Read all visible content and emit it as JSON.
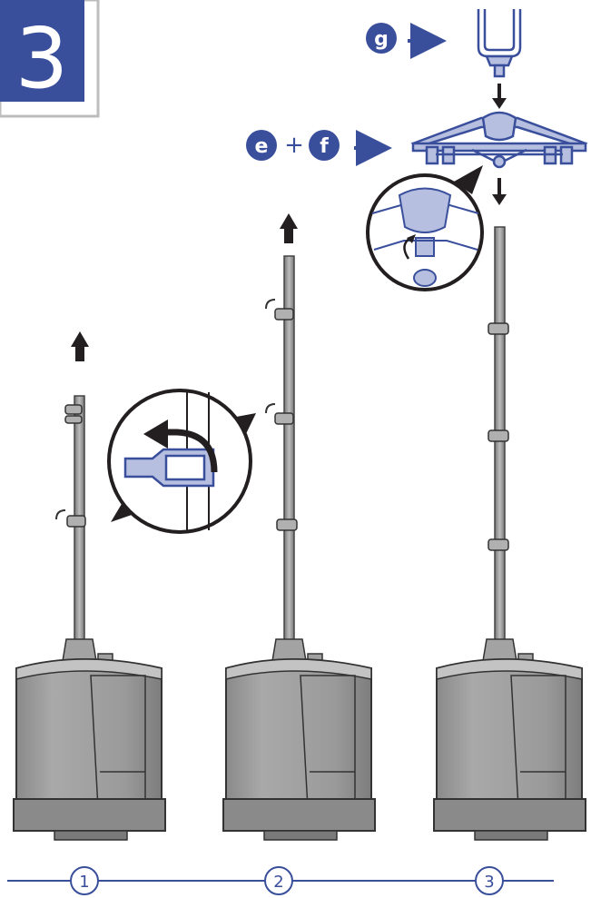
{
  "step": {
    "number": "3"
  },
  "callouts": {
    "g": "g",
    "e": "e",
    "f": "f",
    "plus": "+"
  },
  "stages": [
    {
      "number": "1"
    },
    {
      "number": "2"
    },
    {
      "number": "3"
    }
  ],
  "colors": {
    "accent_blue": "#3a4f9c",
    "dark": "#231f20",
    "body_gray": "#9b9b9b",
    "body_light": "#c4c4c4",
    "part_blue_light": "#b6bfdf"
  }
}
